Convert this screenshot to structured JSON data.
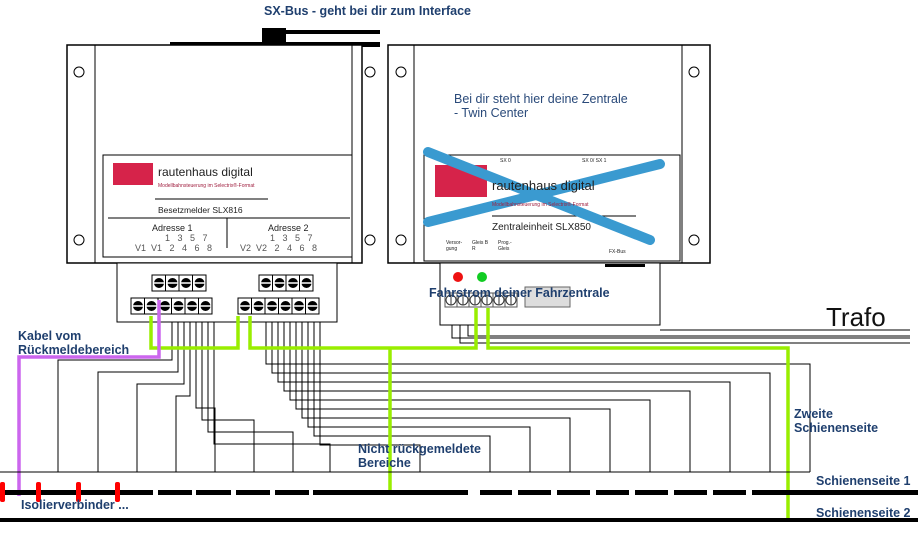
{
  "labels": {
    "sx_bus": "SX-Bus - geht bei dir zum Interface",
    "central_note_1": "Bei dir steht hier deine Zentrale",
    "central_note_2": "- Twin Center",
    "fahrstrom": "Fahrstrom deiner Fahrzentrale",
    "trafo": "Trafo",
    "kabel_1": "Kabel vom",
    "kabel_2": "Rückmeldebereich",
    "zweite_1": "Zweite",
    "zweite_2": "Schienenseite",
    "nicht_1": "Nicht rückgemeldete",
    "nicht_2": "Bereiche",
    "rail_1": "Schienenseite 1",
    "rail_2": "Schienenseite 2",
    "isolier": "Isolierverbinder ..."
  },
  "module_1": {
    "brand": "rautenhaus digital",
    "tagline": "Modellbahnsteuerung im Selectrix®-Format",
    "product": "Besetzmelder SLX816",
    "address_1": "Adresse 1",
    "address_2": "Adresse 2",
    "odd_pins": "1   3   5   7",
    "row_1": "V1  V1   2   4   6   8",
    "row_2": "V2  V2   2   4   6   8"
  },
  "module_2": {
    "brand": "rautenhaus digital",
    "tagline": "Modellbahnsteuerung im Selectrix®-Format",
    "product": "Zentraleinheit SLX850",
    "sx0": "SX 0",
    "sx01": "SX 0/ SX 1",
    "versorgung": "Versor-gung",
    "gleis": "Gleis B  R",
    "prog": "Prog.-Gleis",
    "fxbus": "FX-Bus",
    "crossed_out": true
  },
  "colors": {
    "text": "#1f3f6e",
    "green_wire": "#99ee00",
    "purple_wire": "#cc66ee",
    "isolator": "#ff0000",
    "cross": "#3a9ad0",
    "brand_red": "#d6234a",
    "led_red": "#ee1111",
    "led_green": "#11cc22"
  }
}
